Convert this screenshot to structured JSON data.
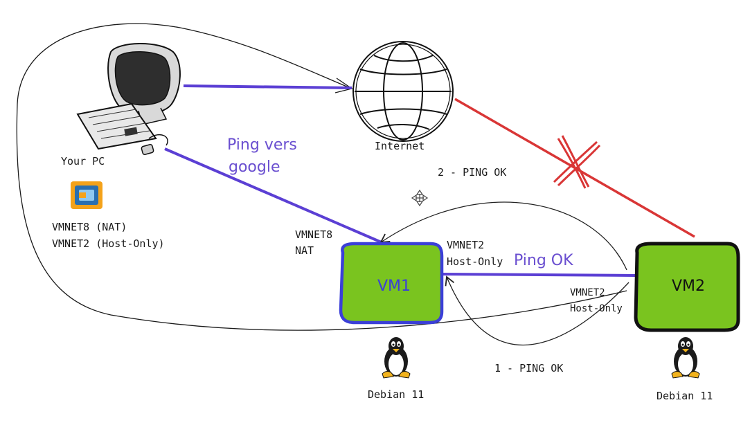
{
  "colors": {
    "link_purple": "#5b3fd4",
    "blocked_red": "#d93636",
    "vm_green": "#7ac41f",
    "vm1_border": "#3b3fd8",
    "vm2_border": "#111111",
    "label_purple": "#6a4fd0"
  },
  "nodes": {
    "pc": {
      "label": "Your PC",
      "icon": "desktop-computer-icon"
    },
    "vmware": {
      "icon": "vmware-workstation-icon",
      "networks": [
        "VMNET8 (NAT)",
        "VMNET2 (Host-Only)"
      ]
    },
    "internet": {
      "label": "Internet",
      "icon": "globe-icon"
    },
    "vm1": {
      "label": "VM1",
      "os": "Debian 11",
      "os_icon": "tux-penguin-icon",
      "nic_nat": [
        "VMNET8",
        "NAT"
      ],
      "nic_hostonly": [
        "VMNET2",
        "Host-Only"
      ]
    },
    "vm2": {
      "label": "VM2",
      "os": "Debian 11",
      "os_icon": "tux-penguin-icon",
      "nic_hostonly": [
        "VMNET2",
        "Host-Only"
      ]
    }
  },
  "annotations": {
    "ping_google": [
      "Ping vers",
      "google"
    ],
    "ping_ok": "Ping OK",
    "ping_ok_2": "2 - PING OK",
    "ping_ok_1": "1 - PING OK"
  }
}
